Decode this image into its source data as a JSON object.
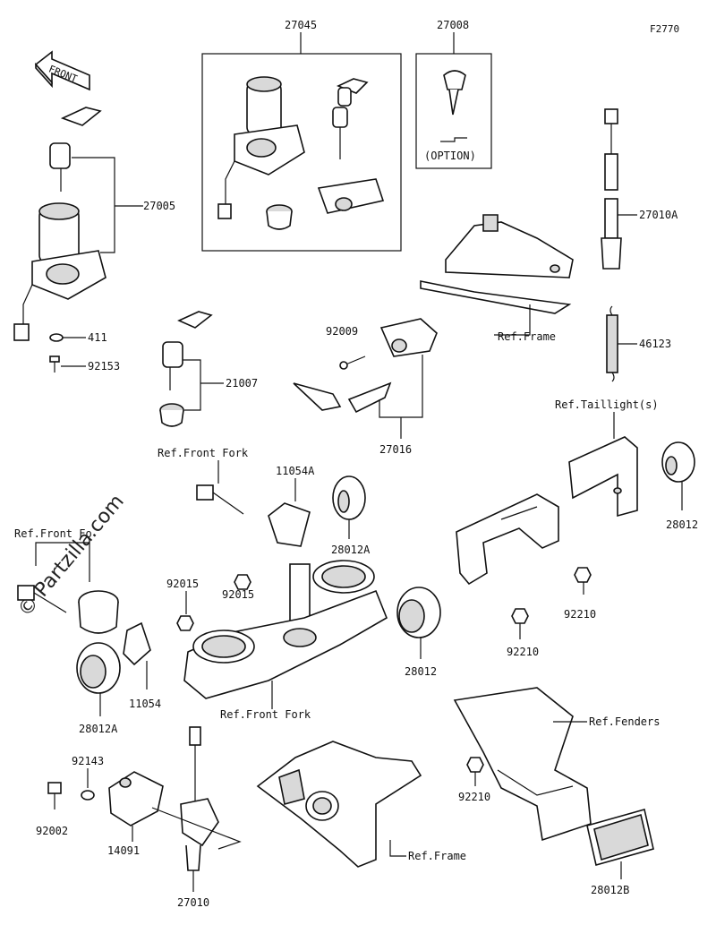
{
  "diagram_code": "F2770",
  "watermark": "© Partzilla.com",
  "front_arrow_label": "FRONT",
  "labels": {
    "p27045": "27045",
    "p27008": "27008",
    "option": "(OPTION)",
    "p27005": "27005",
    "p411": "411",
    "p92153": "92153",
    "p27010A": "27010A",
    "ref_frame_top": "Ref.Frame",
    "p46123": "46123",
    "p92009": "92009",
    "p21007": "21007",
    "p27016": "27016",
    "ref_taillight": "Ref.Taillight(s)",
    "ref_front_fork_top": "Ref.Front Fork",
    "p11054A": "11054A",
    "p28012A_top": "28012A",
    "p28012_right": "28012",
    "ref_front_fork_left": "Ref.Front Fo",
    "p92015_mid": "92015",
    "p92015_top": "92015",
    "p92210_right": "92210",
    "p92210_mid": "92210",
    "p28012_mid": "28012",
    "p11054": "11054",
    "p28012A_bottom": "28012A",
    "ref_front_fork_bottom": "Ref.Front Fork",
    "ref_fenders": "Ref.Fenders",
    "p92143": "92143",
    "p92002": "92002",
    "p92210_bottom": "92210",
    "p14091": "14091",
    "ref_frame_bottom": "Ref.Frame",
    "p28012B": "28012B",
    "p27010": "27010"
  }
}
